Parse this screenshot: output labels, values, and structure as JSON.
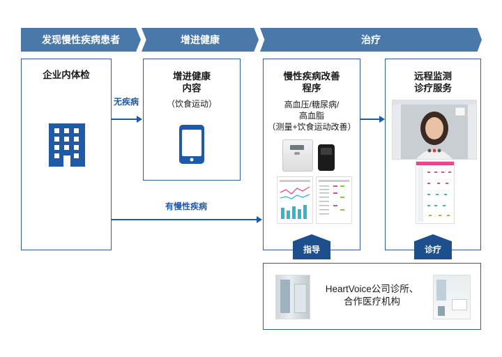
{
  "headers": {
    "discover": "发现慢性疾病患者",
    "promote": "增进健康",
    "treat": "治疗"
  },
  "boxes": {
    "checkup": {
      "title": "企业内体检"
    },
    "health": {
      "title_line1": "增进健康",
      "title_line2": "内容",
      "sub": "（饮食运动）"
    },
    "program": {
      "title_line1": "慢性疾病改善",
      "title_line2": "程序",
      "sub_line1": "高血压/糖尿病/",
      "sub_line2": "高血脂",
      "sub_line3": "（测量+饮食运动改善）"
    },
    "remote": {
      "title_line1": "远程监测",
      "title_line2": "诊疗服务"
    },
    "clinic": {
      "line1": "HeartVoice公司诊所、",
      "line2": "合作医疗机构"
    }
  },
  "arrows": {
    "no_disease": "无疾病",
    "has_disease": "有慢性疾病"
  },
  "tags": {
    "guide": "指导",
    "treatment": "诊疗"
  },
  "icons": {
    "building": "office-building-icon",
    "phone": "smartphone-icon"
  },
  "colors": {
    "header_bg": "#4a78a8",
    "box_border": "#2b5f96",
    "arrow": "#1f5aa8",
    "tag_bg": "#1d4f8c",
    "icon_blue": "#1f5aa8"
  }
}
